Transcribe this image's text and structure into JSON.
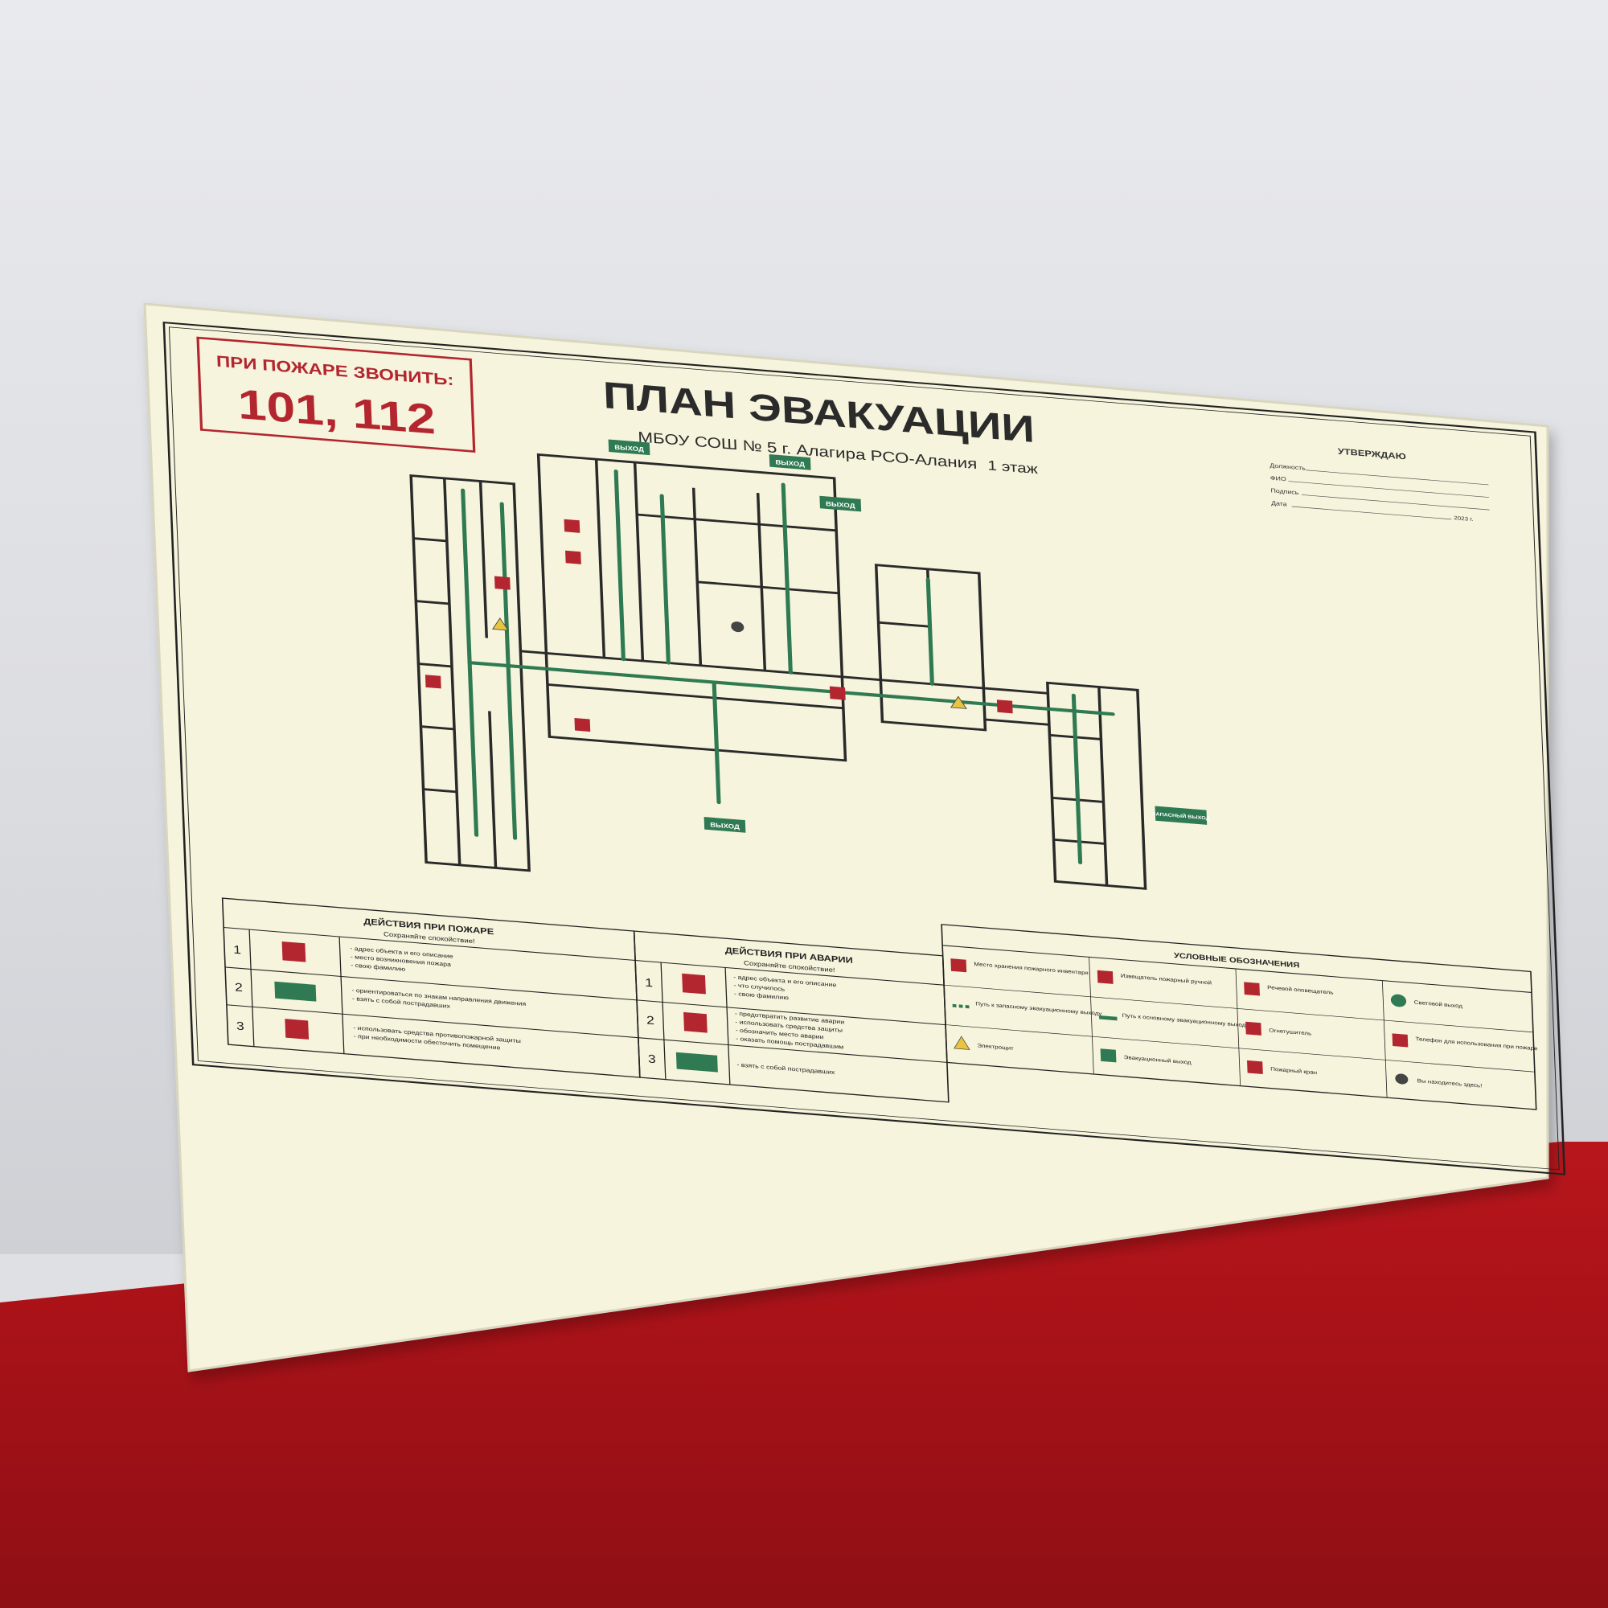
{
  "colors": {
    "board": "#f6f4dc",
    "wall": "#dfe0e4",
    "table": "#a81218",
    "brand_red": "#b3262f",
    "exit_green": "#2f7a52",
    "frame": "#222222"
  },
  "call_box": {
    "label": "ПРИ ПОЖАРЕ ЗВОНИТЬ:",
    "numbers": "101, 112"
  },
  "header": {
    "title": "ПЛАН ЭВАКУАЦИИ",
    "subtitle": "МБОУ СОШ № 5 г. Алагира РСО-Алания",
    "floor": "1 этаж"
  },
  "approval": {
    "title": "УТВЕРЖДАЮ",
    "position": "Должность",
    "name": "ФИО",
    "signature": "Подпись",
    "date": "Дата",
    "year": "2023 г."
  },
  "map_labels": {
    "exit": "ВЫХОД",
    "reserve_exit": "ЗАПАСНЫЙ ВЫХОД"
  },
  "fire_actions": {
    "title": "ДЕЙСТВИЯ ПРИ ПОЖАРЕ",
    "subtitle": "Сохраняйте спокойствие!",
    "rows": [
      {
        "num": "1",
        "icon": "phone-icon",
        "lines": [
          "- адрес объекта и его описание",
          "- место возникновения пожара",
          "- свою фамилию"
        ]
      },
      {
        "num": "2",
        "icon": "exit-arrow-icon",
        "lines": [
          "- ориентироваться по знакам направления движения",
          "- взять с собой пострадавших"
        ]
      },
      {
        "num": "3",
        "icon": "extinguisher-icon",
        "lines": [
          "- использовать средства противопожарной защиты",
          "- при необходимости обесточить помещение"
        ]
      }
    ]
  },
  "emergency_actions": {
    "title": "ДЕЙСТВИЯ ПРИ АВАРИИ",
    "subtitle": "Сохраняйте спокойствие!",
    "rows": [
      {
        "num": "1",
        "icon": "phone-icon",
        "lines": [
          "- адрес объекта и его описание",
          "- что случилось",
          "- свою фамилию"
        ]
      },
      {
        "num": "2",
        "icon": "first-aid-icon",
        "lines": [
          "- предотвратить развитие аварии",
          "- использовать средства защиты",
          "- обозначить место аварии",
          "- оказать помощь пострадавшим"
        ]
      },
      {
        "num": "3",
        "icon": "exit-arrow-icon",
        "lines": [
          "- взять с собой пострадавших"
        ]
      }
    ]
  },
  "legend": {
    "title": "УСЛОВНЫЕ ОБОЗНАЧЕНИЯ",
    "items": [
      {
        "icon": "fire-equipment-icon",
        "label": "Место хранения пожарного инвентаря"
      },
      {
        "icon": "manual-call-point-icon",
        "label": "Извещатель пожарный ручной"
      },
      {
        "icon": "voice-alarm-icon",
        "label": "Речевой оповещатель"
      },
      {
        "icon": "light-exit-icon",
        "label": "Световой выход"
      },
      {
        "icon": "reserve-path-icon",
        "label": "Путь к запасному эвакуационному выходу"
      },
      {
        "icon": "main-path-icon",
        "label": "Путь к основному эвакуационному выходу"
      },
      {
        "icon": "extinguisher-icon",
        "label": "Огнетушитель"
      },
      {
        "icon": "fire-phone-icon",
        "label": "Телефон для использования при пожаре"
      },
      {
        "icon": "electric-panel-icon",
        "label": "Электрощит"
      },
      {
        "icon": "evacuation-exit-icon",
        "label": "Эвакуационный выход"
      },
      {
        "icon": "fire-hydrant-icon",
        "label": "Пожарный кран"
      },
      {
        "icon": "you-are-here-icon",
        "label": "Вы находитесь здесь!"
      }
    ]
  }
}
